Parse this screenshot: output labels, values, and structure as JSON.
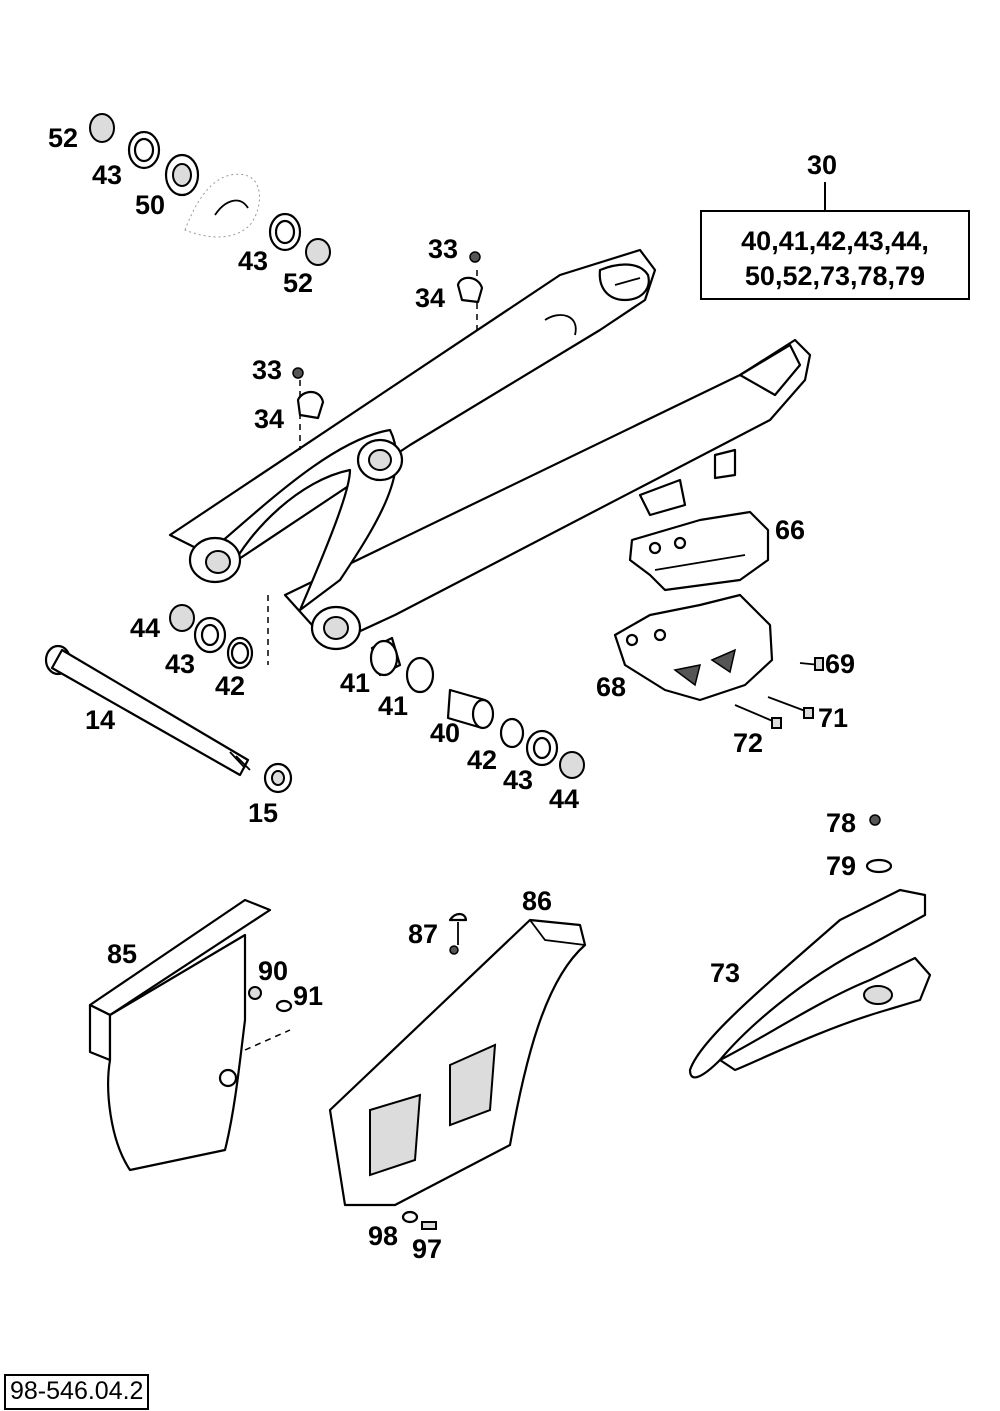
{
  "drawing_number": "98-546.04.2",
  "kit": {
    "number": "30",
    "contents_line1": "40,41,42,43,44,",
    "contents_line2": "50,52,73,78,79"
  },
  "labels": {
    "p52a": "52",
    "p43a": "43",
    "p50": "50",
    "p43b": "43",
    "p52b": "52",
    "p33a": "33",
    "p34a": "34",
    "p33b": "33",
    "p34b": "34",
    "p66": "66",
    "p44a": "44",
    "p43c": "43",
    "p42a": "42",
    "p14": "14",
    "p41a": "41",
    "p41b": "41",
    "p40": "40",
    "p42b": "42",
    "p43d": "43",
    "p44b": "44",
    "p15": "15",
    "p68": "68",
    "p69": "69",
    "p71": "71",
    "p72": "72",
    "p78": "78",
    "p79": "79",
    "p86": "86",
    "p87": "87",
    "p85": "85",
    "p90": "90",
    "p91": "91",
    "p73": "73",
    "p98": "98",
    "p97": "97"
  }
}
